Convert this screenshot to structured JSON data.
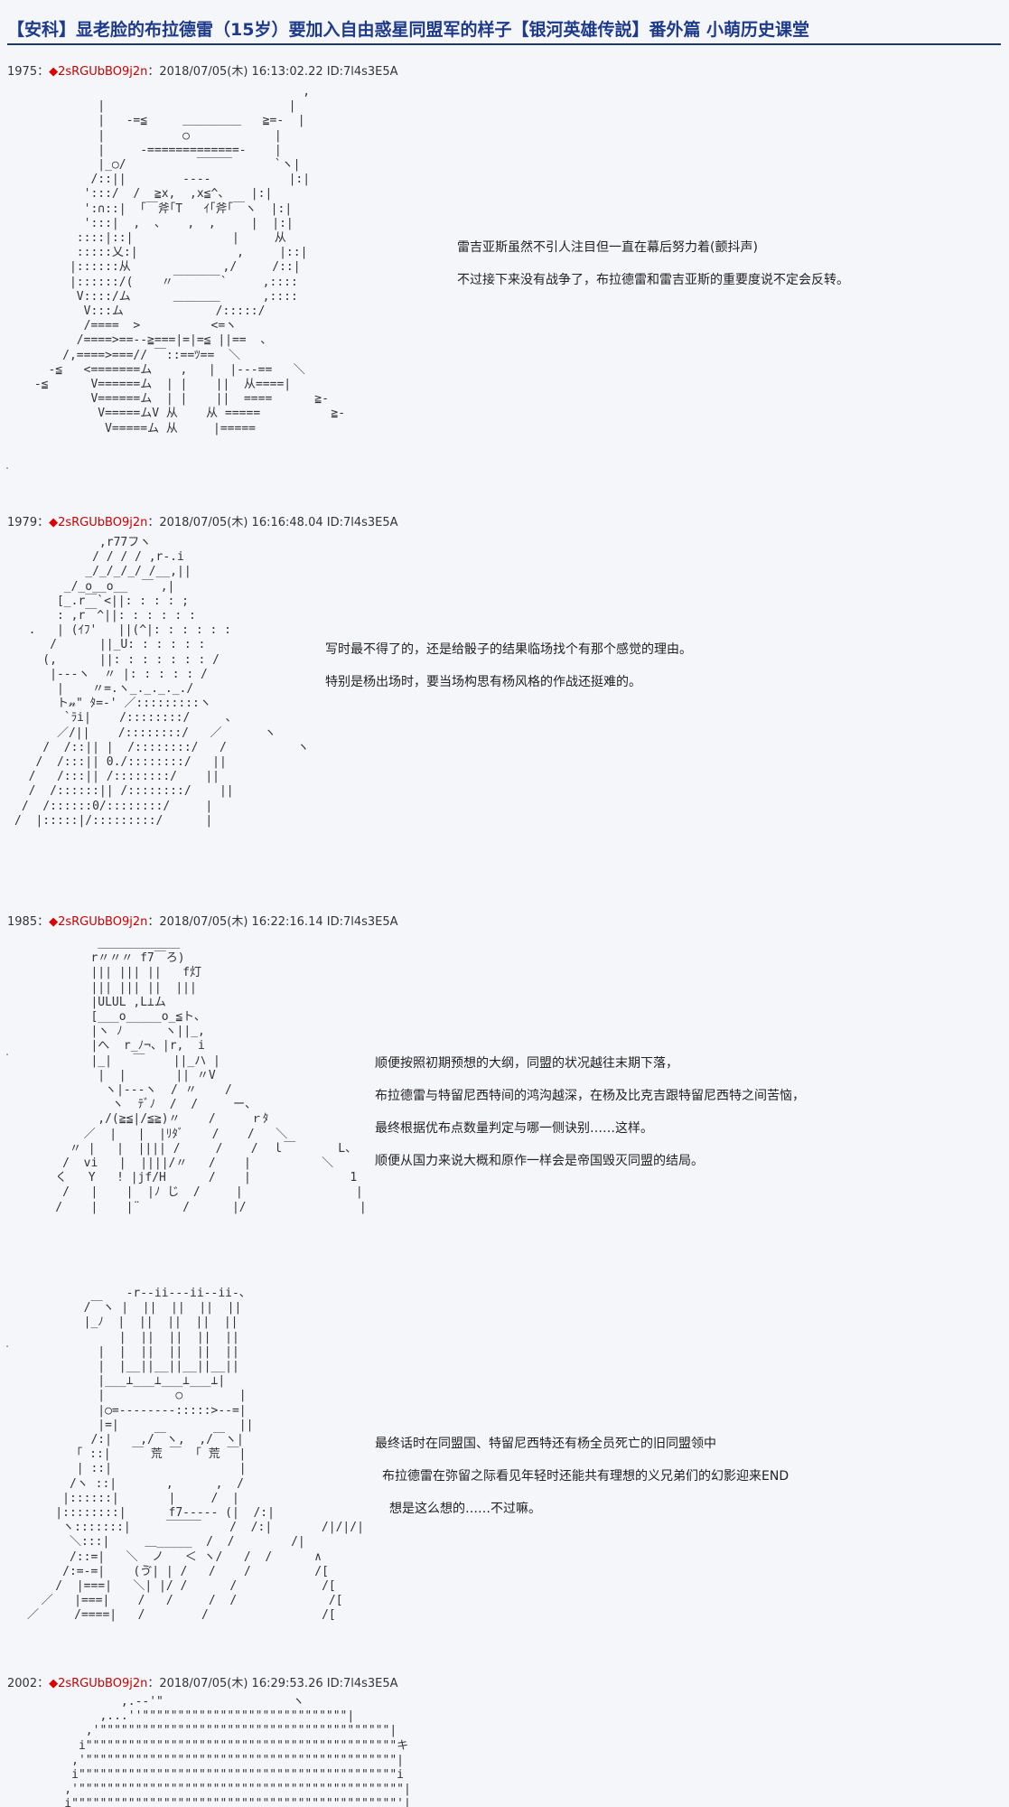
{
  "page": {
    "title": "【安科】显老脸的布拉德雷（15岁）要加入自由惑星同盟军的样子【银河英雄传説】番外篇 小萌历史课堂"
  },
  "posts": [
    {
      "number": "1975",
      "sep": "：",
      "diamond": "◆",
      "trip": "2sRGUbBO9j2n",
      "meta": "：2018/07/05(木) 16:13:02.22 ID:7l4s3E5A",
      "lines": [
        "雷吉亚斯虽然不引人注目但一直在幕后努力着(颤抖声)",
        "不过接下来没有战争了，布拉德雷和雷吉亚斯的重要度说不定会反转。"
      ]
    },
    {
      "number": "1979",
      "sep": "：",
      "diamond": "◆",
      "trip": "2sRGUbBO9j2n",
      "meta": "：2018/07/05(木) 16:16:48.04 ID:7l4s3E5A",
      "lines": [
        "写时最不得了的，还是给骰子的结果临场找个有那个感觉的理由。",
        "特别是杨出场时，要当场构思有杨风格的作战还挺难的。"
      ]
    },
    {
      "number": "1985",
      "sep": "：",
      "diamond": "◆",
      "trip": "2sRGUbBO9j2n",
      "meta": "：2018/07/05(木) 16:22:16.14 ID:7l4s3E5A",
      "lines": [
        "顺便按照初期预想的大纲，同盟的状况越往末期下落，",
        "布拉德雷与特留尼西特间的鸿沟越深，在杨及比克吉跟特留尼西特之间苦恼，",
        "最终根据优布点数量判定与哪一侧诀别……这样。",
        "顺便从国力来说大概和原作一样会是帝国毁灭同盟的结局。"
      ]
    },
    {
      "lines": [
        "最终话时在同盟国、特留尼西特还有杨全员死亡的旧同盟领中",
        "布拉德雷在弥留之际看见年轻时还能共有理想的义兄弟们的幻影迎来END",
        "想是这么想的……不过嘛。"
      ]
    },
    {
      "number": "2002",
      "sep": "：",
      "diamond": "◆",
      "trip": "2sRGUbBO9j2n",
      "meta": "：2018/07/05(木) 16:29:53.26 ID:7l4s3E5A",
      "lines": []
    }
  ]
}
